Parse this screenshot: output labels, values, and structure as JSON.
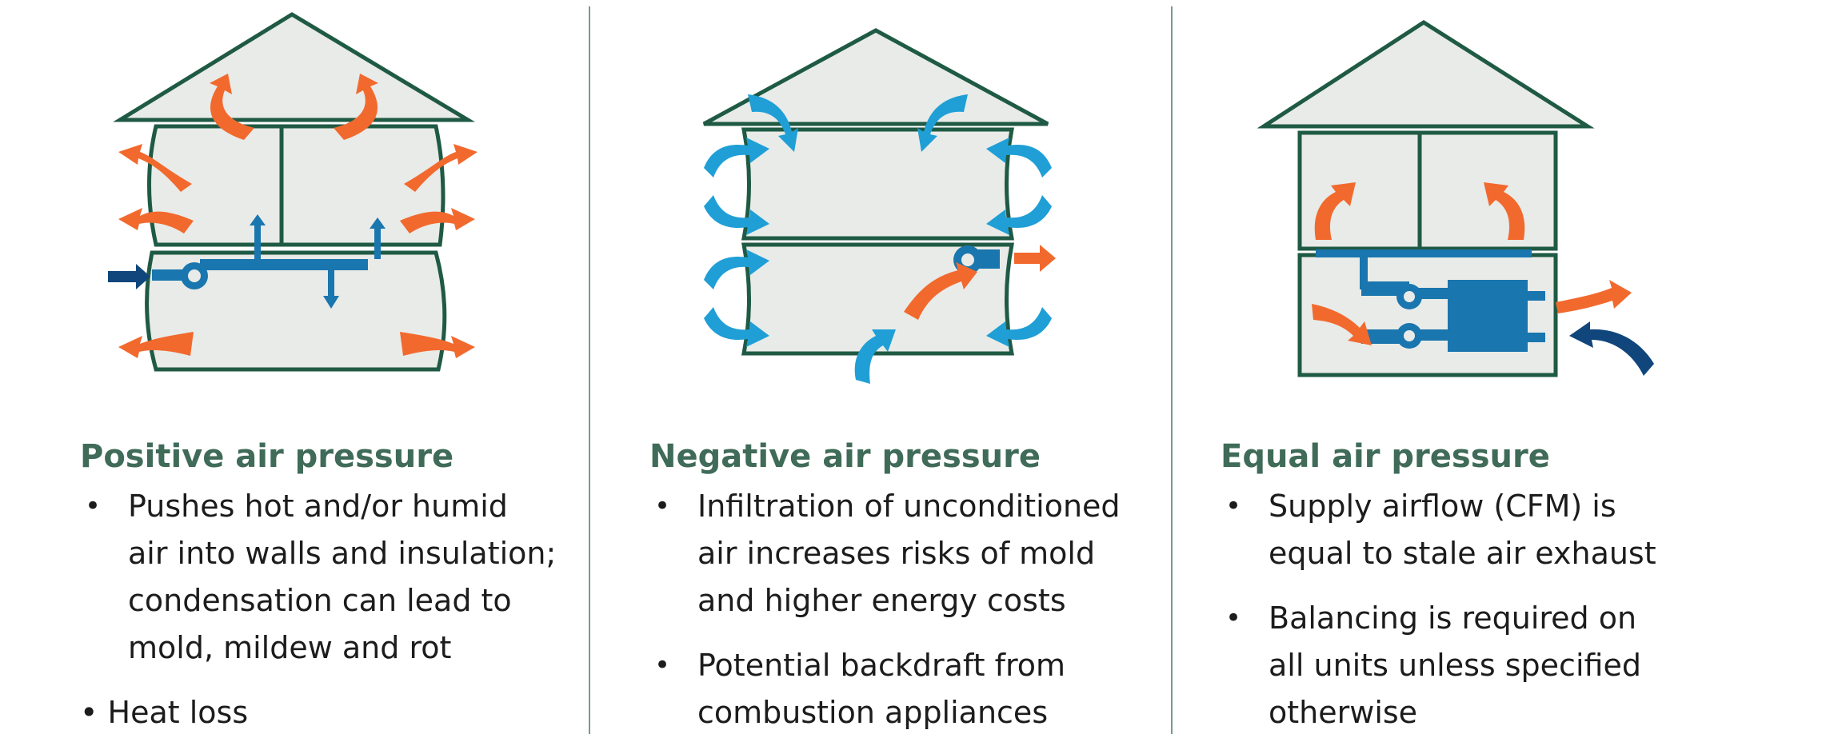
{
  "panels": [
    {
      "heading": "Positive air pressure",
      "bullets": [
        "Pushes hot and/or humid\nair into walls and insulation;\ncondensation can lead to\nmold, mildew and rot"
      ],
      "inline_bullet": "• Heat loss"
    },
    {
      "heading": "Negative air pressure",
      "bullets": [
        "Infiltration of unconditioned\nair increases risks of mold\nand higher energy costs",
        "Potential backdraft from\ncombustion appliances"
      ]
    },
    {
      "heading": "Equal air pressure",
      "bullets": [
        "Supply airflow (CFM) is\nequal to stale air exhaust",
        "Balancing is required on\nall units unless specified\notherwise"
      ]
    }
  ],
  "colors": {
    "house_fill": "#e8ebe8",
    "house_outline": "#1f5a44",
    "warm_arrow": "#f2692e",
    "cool_arrow": "#1f9fd6",
    "duct": "#1a76ae",
    "dark_arrow": "#10467c",
    "heading": "#3f6b58",
    "divider": "#7a9a8c"
  },
  "icons": [
    "house-diagram",
    "outward-arrow",
    "inward-arrow",
    "fan-icon",
    "erv-unit-icon"
  ]
}
